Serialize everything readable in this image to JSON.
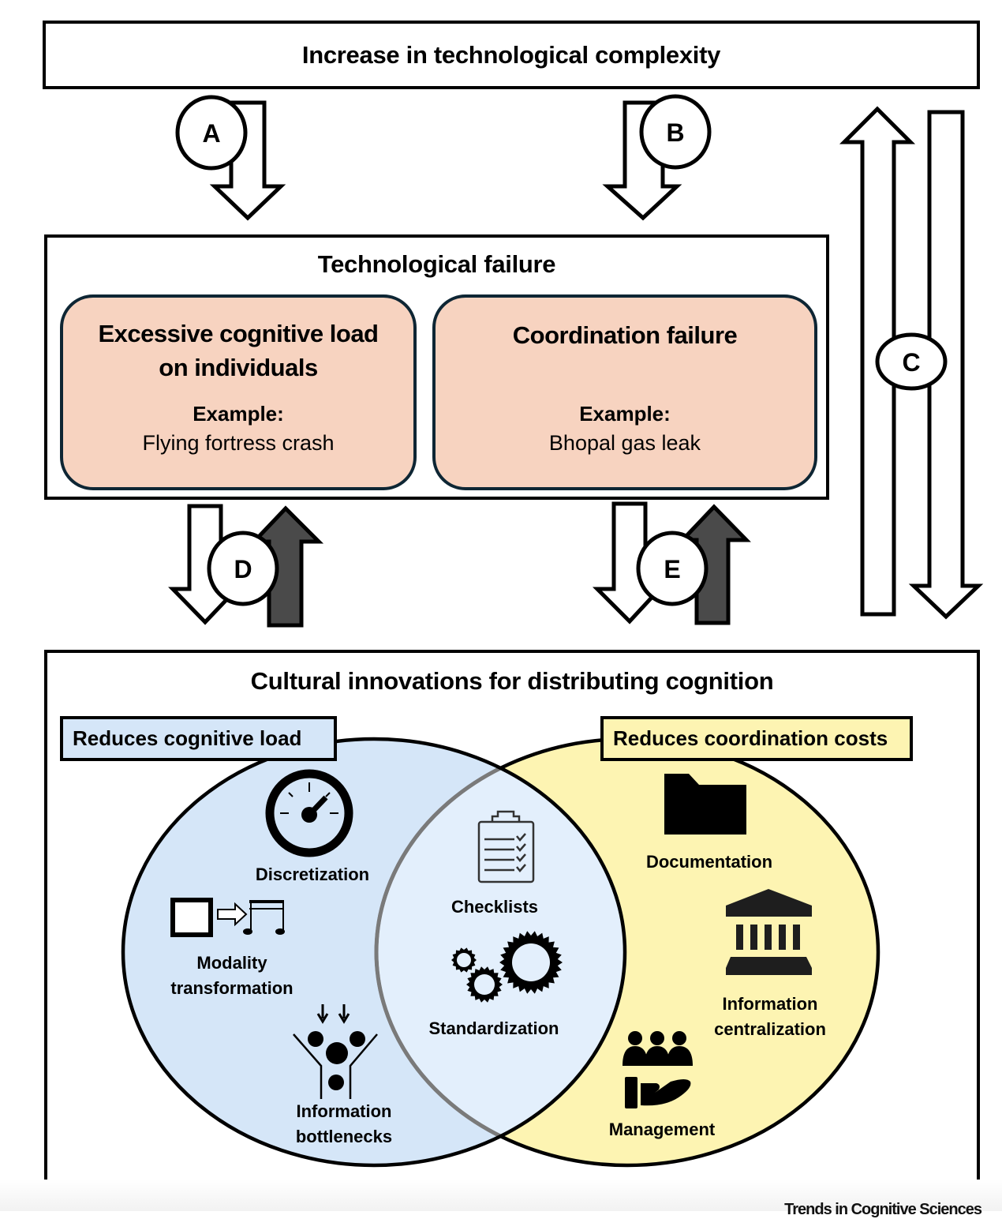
{
  "top_box": {
    "title": "Increase in technological complexity"
  },
  "arrows": {
    "a": {
      "label": "A",
      "direction": "down"
    },
    "b": {
      "label": "B",
      "direction": "down"
    },
    "c": {
      "label": "C",
      "direction": "up-and-down"
    },
    "d": {
      "label": "D",
      "direction": "down-and-up"
    },
    "e": {
      "label": "E",
      "direction": "down-and-up"
    }
  },
  "failure_box": {
    "title": "Technological failure",
    "cards": [
      {
        "heading_line1": "Excessive cognitive load",
        "heading_line2": "on individuals",
        "example_label": "Example:",
        "example_value": "Flying fortress crash"
      },
      {
        "heading_line1": "Coordination failure",
        "heading_line2": "",
        "example_label": "Example:",
        "example_value": "Bhopal gas leak"
      }
    ]
  },
  "culture_box": {
    "title": "Cultural innovations for distributing cognition",
    "left_tag": "Reduces cognitive load",
    "right_tag": "Reduces coordination costs",
    "left_items": [
      {
        "icon": "gauge-icon",
        "label": "Discretization"
      },
      {
        "icon": "modality-transform-icon",
        "label_line1": "Modality",
        "label_line2": "transformation"
      },
      {
        "icon": "funnel-bottleneck-icon",
        "label_line1": "Information",
        "label_line2": "bottlenecks"
      }
    ],
    "shared_items": [
      {
        "icon": "clipboard-checklist-icon",
        "label": "Checklists"
      },
      {
        "icon": "gears-icon",
        "label": "Standardization"
      }
    ],
    "right_items": [
      {
        "icon": "folder-icon",
        "label": "Documentation"
      },
      {
        "icon": "institution-icon",
        "label_line1": "Information",
        "label_line2": "centralization"
      },
      {
        "icon": "people-hand-icon",
        "label": "Management"
      }
    ]
  },
  "colors": {
    "card_fill": "#f7d3c0",
    "card_border": "#0e2634",
    "left_circle": "#d5e6f8",
    "right_circle": "#fdf4b2",
    "overlap": "#e3effc",
    "dark_arrow": "#4a4a4a"
  },
  "footer": {
    "source": "Trends in Cognitive Sciences"
  }
}
